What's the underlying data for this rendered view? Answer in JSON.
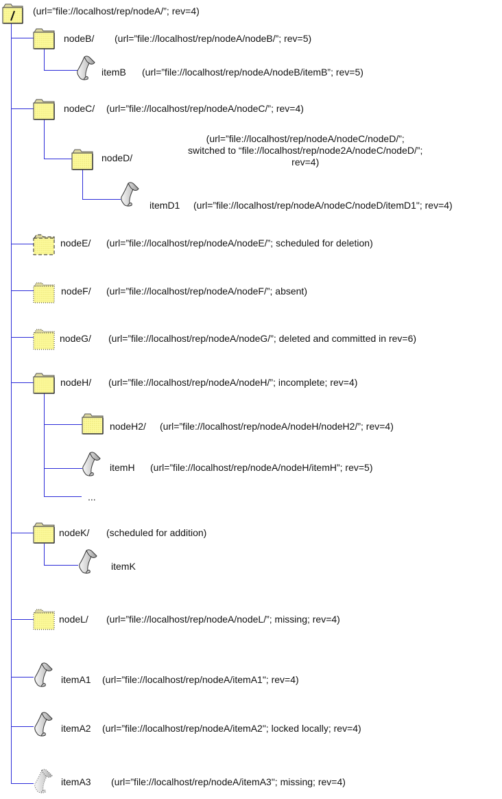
{
  "diagram": {
    "line_color": "#2a2ad8",
    "folder_fill": "#fdfa9c",
    "folder_stroke": "#555555",
    "item_fill": "#d8d8d8",
    "root": {
      "label": "/",
      "desc": "(url=”file://localhost/rep/nodeA/”; rev=4)",
      "icon": "folder-icon",
      "state": "normal"
    },
    "nodes": [
      {
        "id": "nodeB",
        "label": "nodeB/",
        "desc": "(url=”file://localhost/rep/nodeA/nodeB/”; rev=5)",
        "icon": "folder-icon",
        "state": "normal",
        "depth": 1
      },
      {
        "id": "itemB",
        "label": "itemB",
        "desc": "(url=”file://localhost/rep/nodeA/nodeB/itemB”; rev=5)",
        "icon": "file-icon",
        "state": "normal",
        "depth": 2
      },
      {
        "id": "nodeC",
        "label": "nodeC/",
        "desc": "(url=”file://localhost/rep/nodeA/nodeC/”; rev=4)",
        "icon": "folder-icon",
        "state": "normal",
        "depth": 1
      },
      {
        "id": "nodeD",
        "label": "nodeD/",
        "desc": "(url=”file://localhost/rep/nodeA/nodeC/nodeD/”;\nswitched to “file://localhost/rep/node2A/nodeC/nodeD/”;\nrev=4)",
        "icon": "folder-icon",
        "state": "normal",
        "depth": 2
      },
      {
        "id": "itemD1",
        "label": "itemD1",
        "desc": "(url=”file://localhost/rep/nodeA/nodeC/nodeD/itemD1\"; rev=4)",
        "icon": "file-icon",
        "state": "normal",
        "depth": 3
      },
      {
        "id": "nodeE",
        "label": "nodeE/",
        "desc": "(url=”file://localhost/rep/nodeA/nodeE/”; scheduled for deletion)",
        "icon": "folder-icon",
        "state": "dashed",
        "depth": 1
      },
      {
        "id": "nodeF",
        "label": "nodeF/",
        "desc": "(url=”file://localhost/rep/nodeA/nodeF/”; absent)",
        "icon": "folder-icon",
        "state": "dotted",
        "depth": 1
      },
      {
        "id": "nodeG",
        "label": "nodeG/",
        "desc": "(url=”file://localhost/rep/nodeA/nodeG/”; deleted and committed in rev=6)",
        "icon": "folder-icon",
        "state": "dotted",
        "depth": 1
      },
      {
        "id": "nodeH",
        "label": "nodeH/",
        "desc": "(url=”file://localhost/rep/nodeA/nodeH/”; incomplete; rev=4)",
        "icon": "folder-icon",
        "state": "normal",
        "depth": 1
      },
      {
        "id": "nodeH2",
        "label": "nodeH2/",
        "desc": "(url=”file://localhost/rep/nodeA/nodeH/nodeH2/”; rev=4)",
        "icon": "folder-icon",
        "state": "normal",
        "depth": 2
      },
      {
        "id": "itemH",
        "label": "itemH",
        "desc": "(url=”file://localhost/rep/nodeA/nodeH/itemH”; rev=5)",
        "icon": "file-icon",
        "state": "normal",
        "depth": 2
      },
      {
        "id": "ellipsis",
        "label": "...",
        "desc": "",
        "icon": "none",
        "state": "normal",
        "depth": 2
      },
      {
        "id": "nodeK",
        "label": "nodeK/",
        "desc": "(scheduled for addition)",
        "icon": "folder-icon",
        "state": "normal",
        "depth": 1
      },
      {
        "id": "itemK",
        "label": "itemK",
        "desc": "",
        "icon": "file-icon",
        "state": "normal",
        "depth": 2
      },
      {
        "id": "nodeL",
        "label": "nodeL/",
        "desc": "(url=”file://localhost/rep/nodeA/nodeL/”; missing; rev=4)",
        "icon": "folder-icon",
        "state": "dotted",
        "depth": 1
      },
      {
        "id": "itemA1",
        "label": "itemA1",
        "desc": "(url=”file://localhost/rep/nodeA/itemA1\"; rev=4)",
        "icon": "file-icon",
        "state": "normal",
        "depth": 1
      },
      {
        "id": "itemA2",
        "label": "itemA2",
        "desc": "(url=”file://localhost/rep/nodeA/itemA2\"; locked locally; rev=4)",
        "icon": "file-icon",
        "state": "normal",
        "depth": 1
      },
      {
        "id": "itemA3",
        "label": "itemA3",
        "desc": "(url=”file://localhost/rep/nodeA/itemA3\"; missing; rev=4)",
        "icon": "file-icon",
        "state": "dotted",
        "depth": 1
      }
    ]
  }
}
